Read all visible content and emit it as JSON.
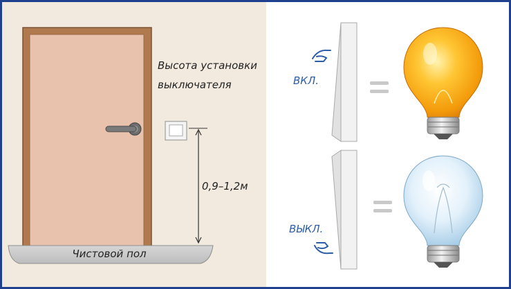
{
  "left_panel": {
    "label_height_line1": "Высота установки",
    "label_height_line2": "выключателя",
    "dimension_label": "0,9–1,2м",
    "floor_label": "Чистовой пол"
  },
  "right_panel": {
    "on_label": "ВКЛ.",
    "off_label": "ВЫКЛ."
  },
  "colors": {
    "wall": "#f3eadf",
    "door_frame": "#b07a4e",
    "door_panel": "#e9c2ad",
    "floor": "#cdcdcd",
    "frame_border": "#1f3f8f",
    "label_blue": "#2e5da8",
    "bulb_on": "#f6a20c",
    "bulb_off": "#cfe6f5"
  },
  "icons": [
    "hand-pointer-icon",
    "switch-icon",
    "lightbulb-on-icon",
    "lightbulb-off-icon",
    "equals-icon"
  ]
}
